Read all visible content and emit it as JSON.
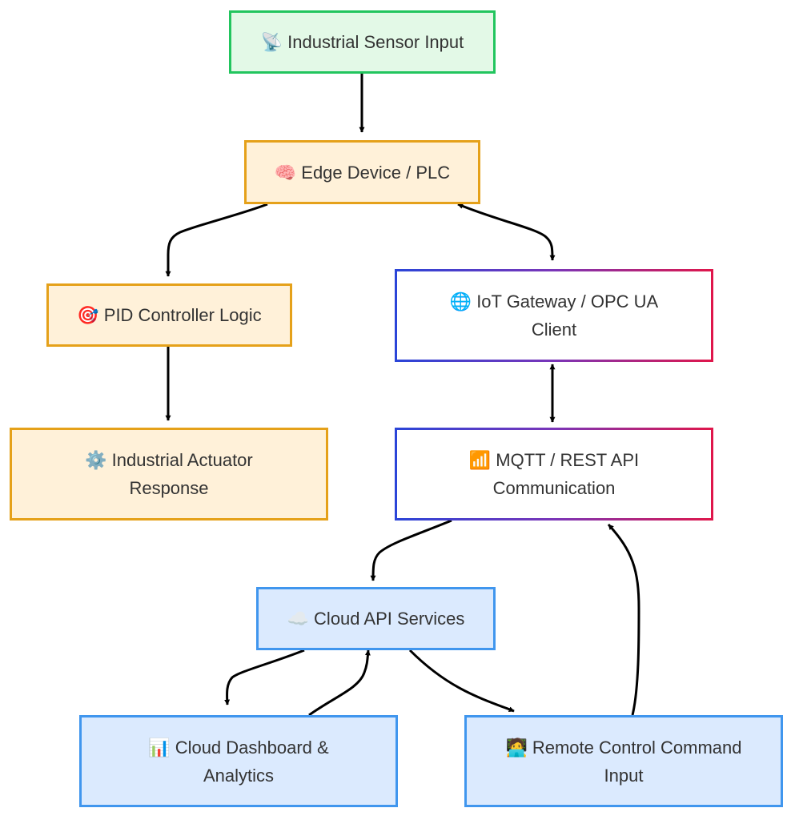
{
  "nodes": {
    "sensor": {
      "icon": "📡",
      "label": "Industrial Sensor Input"
    },
    "edge": {
      "icon": "🧠",
      "label": "Edge Device / PLC"
    },
    "pid": {
      "icon": "🎯",
      "label": "PID Controller Logic"
    },
    "actuator": {
      "icon": "⚙️",
      "label": "Industrial Actuator",
      "label2": "Response"
    },
    "gateway": {
      "icon": "🌐",
      "label": "IoT Gateway / OPC UA",
      "label2": "Client"
    },
    "mqtt": {
      "icon": "📶",
      "label": "MQTT / REST API",
      "label2": "Communication"
    },
    "cloud": {
      "icon": "☁️",
      "label": "Cloud API Services"
    },
    "dashboard": {
      "icon": "📊",
      "label": "Cloud Dashboard &",
      "label2": "Analytics"
    },
    "remote": {
      "icon": "🧑‍💻",
      "label": "Remote Control Command",
      "label2": "Input"
    }
  },
  "edges": [
    {
      "from": "sensor",
      "to": "edge"
    },
    {
      "from": "edge",
      "to": "pid"
    },
    {
      "from": "edge",
      "to": "gateway",
      "bidirectional": true
    },
    {
      "from": "pid",
      "to": "actuator"
    },
    {
      "from": "gateway",
      "to": "mqtt",
      "bidirectional": true
    },
    {
      "from": "mqtt",
      "to": "cloud"
    },
    {
      "from": "cloud",
      "to": "dashboard",
      "bidirectional": true
    },
    {
      "from": "cloud",
      "to": "remote"
    },
    {
      "from": "remote",
      "to": "mqtt"
    }
  ],
  "colors": {
    "sensor_fill": "#e3f9e7",
    "sensor_border": "#22c55e",
    "edge_tier_fill": "#fff1d9",
    "edge_tier_border": "#e5a11a",
    "cloud_tier_fill": "#dbeafe",
    "cloud_tier_border": "#4096ee",
    "comm_gradient": [
      "#2a45d8",
      "#7a35b8",
      "#e0164a"
    ],
    "edge_line": "#000000"
  }
}
